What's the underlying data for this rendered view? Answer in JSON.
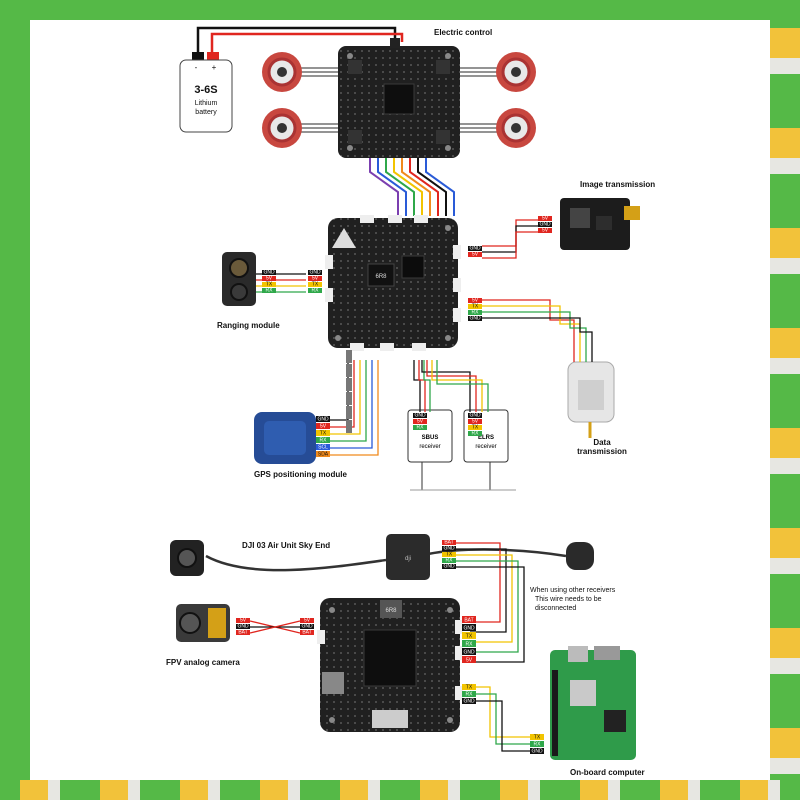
{
  "labels": {
    "electric_control": "Electric control",
    "battery": [
      "3-6S",
      "Lithium",
      "battery"
    ],
    "battery_terminals": [
      "-",
      "+"
    ],
    "image_transmission": "Image transmission",
    "ranging_module": "Ranging module",
    "gps_module": "GPS positioning module",
    "data_transmission": [
      "Data",
      "transmission"
    ],
    "sbus_receiver": [
      "SBUS",
      "receiver"
    ],
    "elrs_receiver": [
      "ELRS",
      "receiver"
    ],
    "dji_unit": "DJI 03 Air Unit Sky End",
    "receiver_note": [
      "When using other receivers",
      "This wire needs to be",
      "disconnected"
    ],
    "fpv_camera": "FPV analog camera",
    "onboard_computer": "On-board computer"
  },
  "pins": {
    "image_tx": [
      "5V",
      "GND",
      "5V"
    ],
    "fc_right_top": [
      "GND",
      "5V"
    ],
    "ranging": [
      "GND",
      "5V",
      "TX",
      "RX"
    ],
    "data_tx": [
      "5V",
      "TX",
      "RX",
      "GND"
    ],
    "gps": [
      "GND",
      "5V",
      "TX",
      "RX",
      "SCL",
      "SDA"
    ],
    "sbus": [
      "GND",
      "5V",
      "RX"
    ],
    "elrs": [
      "GND",
      "5V",
      "TX",
      "RX"
    ],
    "dji": [
      "BAT",
      "GND",
      "TX",
      "RX",
      "GND"
    ],
    "camera": [
      "5V",
      "GND",
      "BAT"
    ],
    "fc2_left": [
      "5V",
      "GND",
      "BAT"
    ],
    "fc2_right": [
      "BAT",
      "GND",
      "TX",
      "RX",
      "GND",
      "5V"
    ],
    "onboard": [
      "TX",
      "RX",
      "GND"
    ]
  },
  "chips": {
    "esc_chip": "6R8",
    "fc_chip": "6R8"
  },
  "colors": {
    "wire_red": "#e0261f",
    "wire_black": "#111111",
    "wire_yellow": "#f2c400",
    "wire_green": "#2fa84a",
    "wire_blue": "#2a5bd7",
    "wire_orange": "#f08a1c",
    "board": "#1e1e1e",
    "connector": "#eeeeee",
    "motor": "#c8473f"
  },
  "icons": [
    "battery-icon",
    "motor-icon",
    "esc-board-icon",
    "flight-controller-icon",
    "vtx-icon",
    "lidar-icon",
    "gps-icon",
    "radio-module-icon",
    "receiver-icon",
    "camera-icon",
    "dji-unit-icon",
    "antenna-icon",
    "raspberry-pi-icon"
  ]
}
